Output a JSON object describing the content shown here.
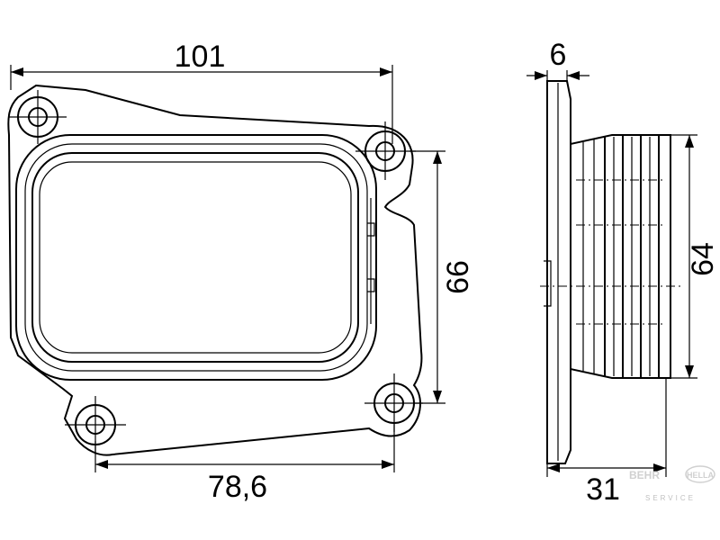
{
  "drawing": {
    "front_view": {
      "dim_width": "101",
      "dim_height": "66",
      "dim_hole_spacing": "78,6"
    },
    "side_view": {
      "dim_flange": "6",
      "dim_height": "64",
      "dim_depth": "31"
    },
    "logo": {
      "brand_left": "BEHR",
      "brand_right": "HELLA",
      "subtitle": "SERVICE"
    }
  }
}
